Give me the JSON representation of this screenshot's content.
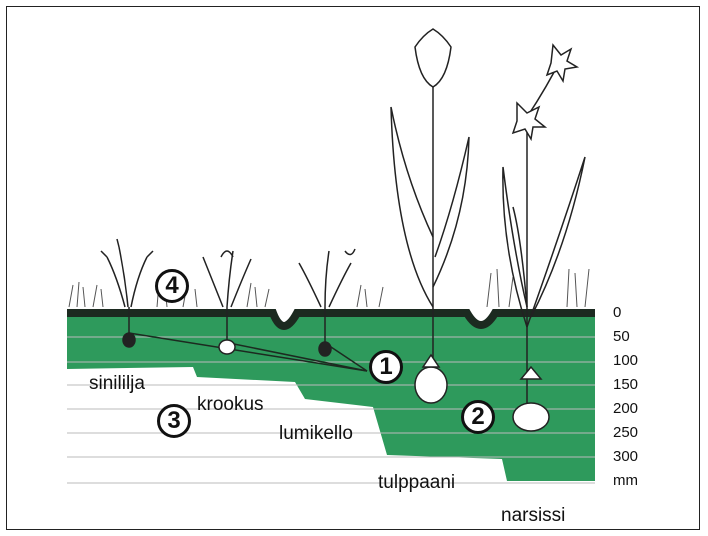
{
  "plants": [
    {
      "name": "sinililja"
    },
    {
      "name": "krookus"
    },
    {
      "name": "lumikello"
    },
    {
      "name": "tulppaani"
    },
    {
      "name": "narsissi"
    }
  ],
  "depth_scale": {
    "ticks": [
      "0",
      "50",
      "100",
      "150",
      "200",
      "250",
      "300"
    ],
    "unit": "mm"
  },
  "markers": [
    "1",
    "2",
    "3",
    "4"
  ],
  "colors": {
    "soil": "#2e9a5c",
    "surface": "#1c2a20",
    "ink": "#111111"
  }
}
